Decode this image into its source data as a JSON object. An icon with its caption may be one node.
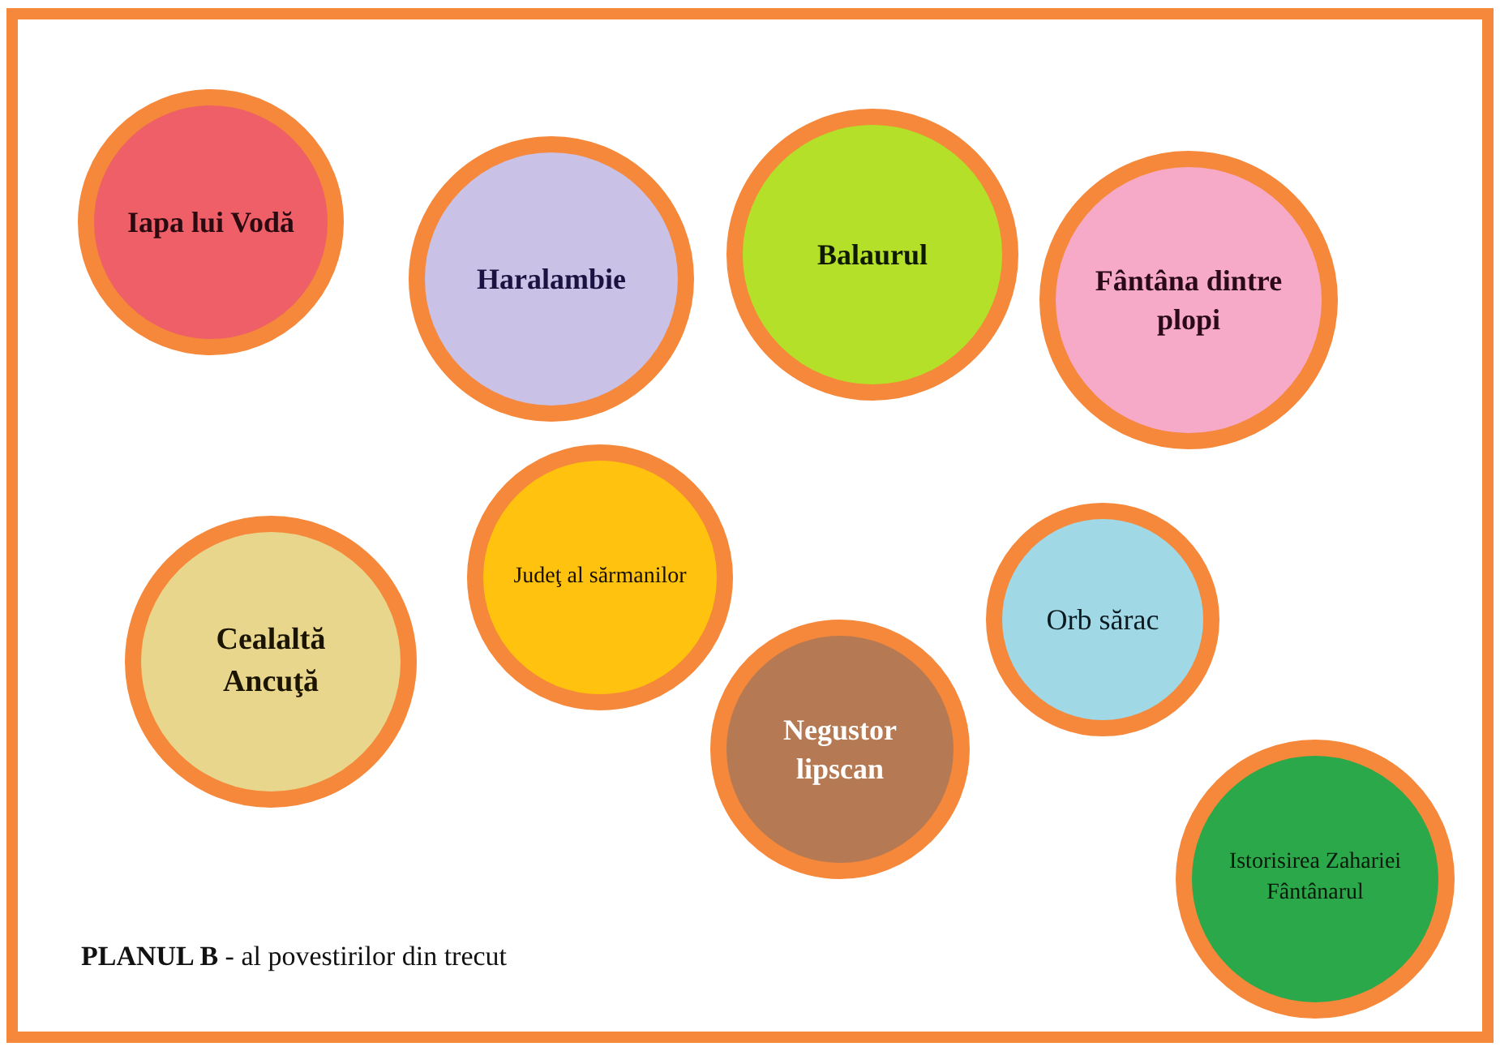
{
  "diagram": {
    "nodes": [
      {
        "text": [
          "Iapa lui Vodă"
        ]
      },
      {
        "text": [
          "Haralambie"
        ]
      },
      {
        "text": [
          "Balaurul"
        ]
      },
      {
        "text": [
          "Fântâna dintre plopi"
        ]
      },
      {
        "text": [
          "Cealaltă Ancuţă"
        ]
      },
      {
        "text": [
          "Judeţ al sărmanilor"
        ]
      },
      {
        "text": [
          "Negustor lipscan"
        ]
      },
      {
        "text": [
          "Orb sărac"
        ]
      },
      {
        "text": [
          "Istorisirea Zahariei Fântânarul"
        ]
      }
    ],
    "labels": [
      "**PLANUL B** - al povestirilor din trecut"
    ]
  }
}
